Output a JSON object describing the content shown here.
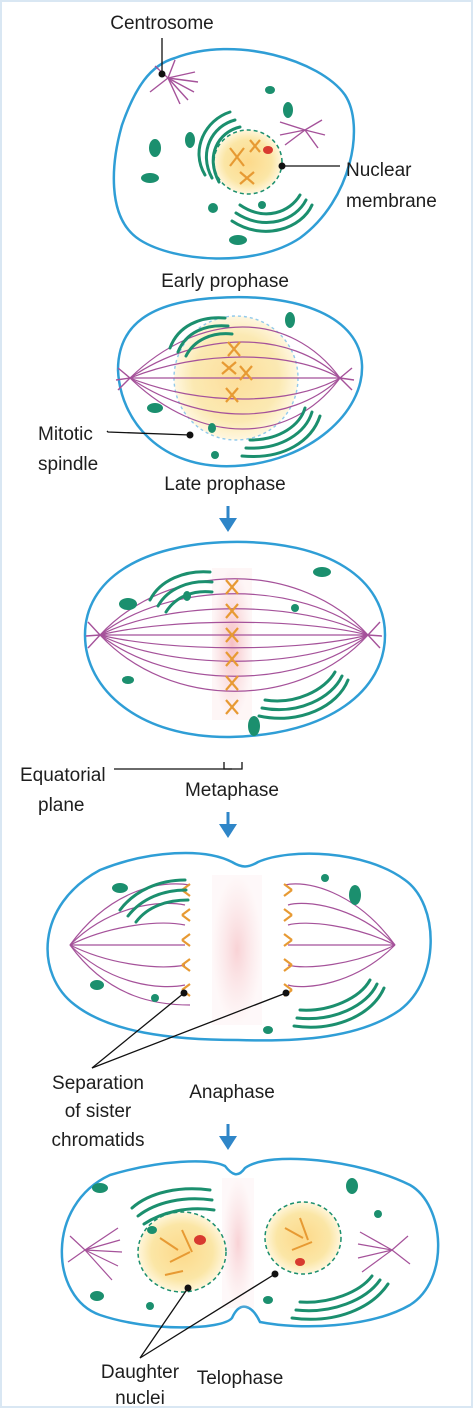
{
  "colors": {
    "frame": "#d9e7f3",
    "membrane": "#2f9ed6",
    "organelle": "#1b8f6e",
    "spindle": "#a5529a",
    "chromosome": "#e79a33",
    "nucleus_fill": "#fbe6a6",
    "nucleolus": "#d83a2f",
    "plate": "#f2a0a8",
    "arrow": "#2f86c8",
    "pointer": "#111111"
  },
  "stages": [
    {
      "name": "Early prophase"
    },
    {
      "name": "Late prophase"
    },
    {
      "name": "Metaphase"
    },
    {
      "name": "Anaphase"
    },
    {
      "name": "Telophase"
    }
  ],
  "labels": {
    "centrosome": "Centrosome",
    "nuclear_membrane_1": "Nuclear",
    "nuclear_membrane_2": "membrane",
    "mitotic_spindle_1": "Mitotic",
    "mitotic_spindle_2": "spindle",
    "equatorial_plane_1": "Equatorial",
    "equatorial_plane_2": "plane",
    "separation_1": "Separation",
    "separation_2": "of sister",
    "separation_3": "chromatids",
    "daughter_nuclei_1": "Daughter",
    "daughter_nuclei_2": "nuclei"
  }
}
